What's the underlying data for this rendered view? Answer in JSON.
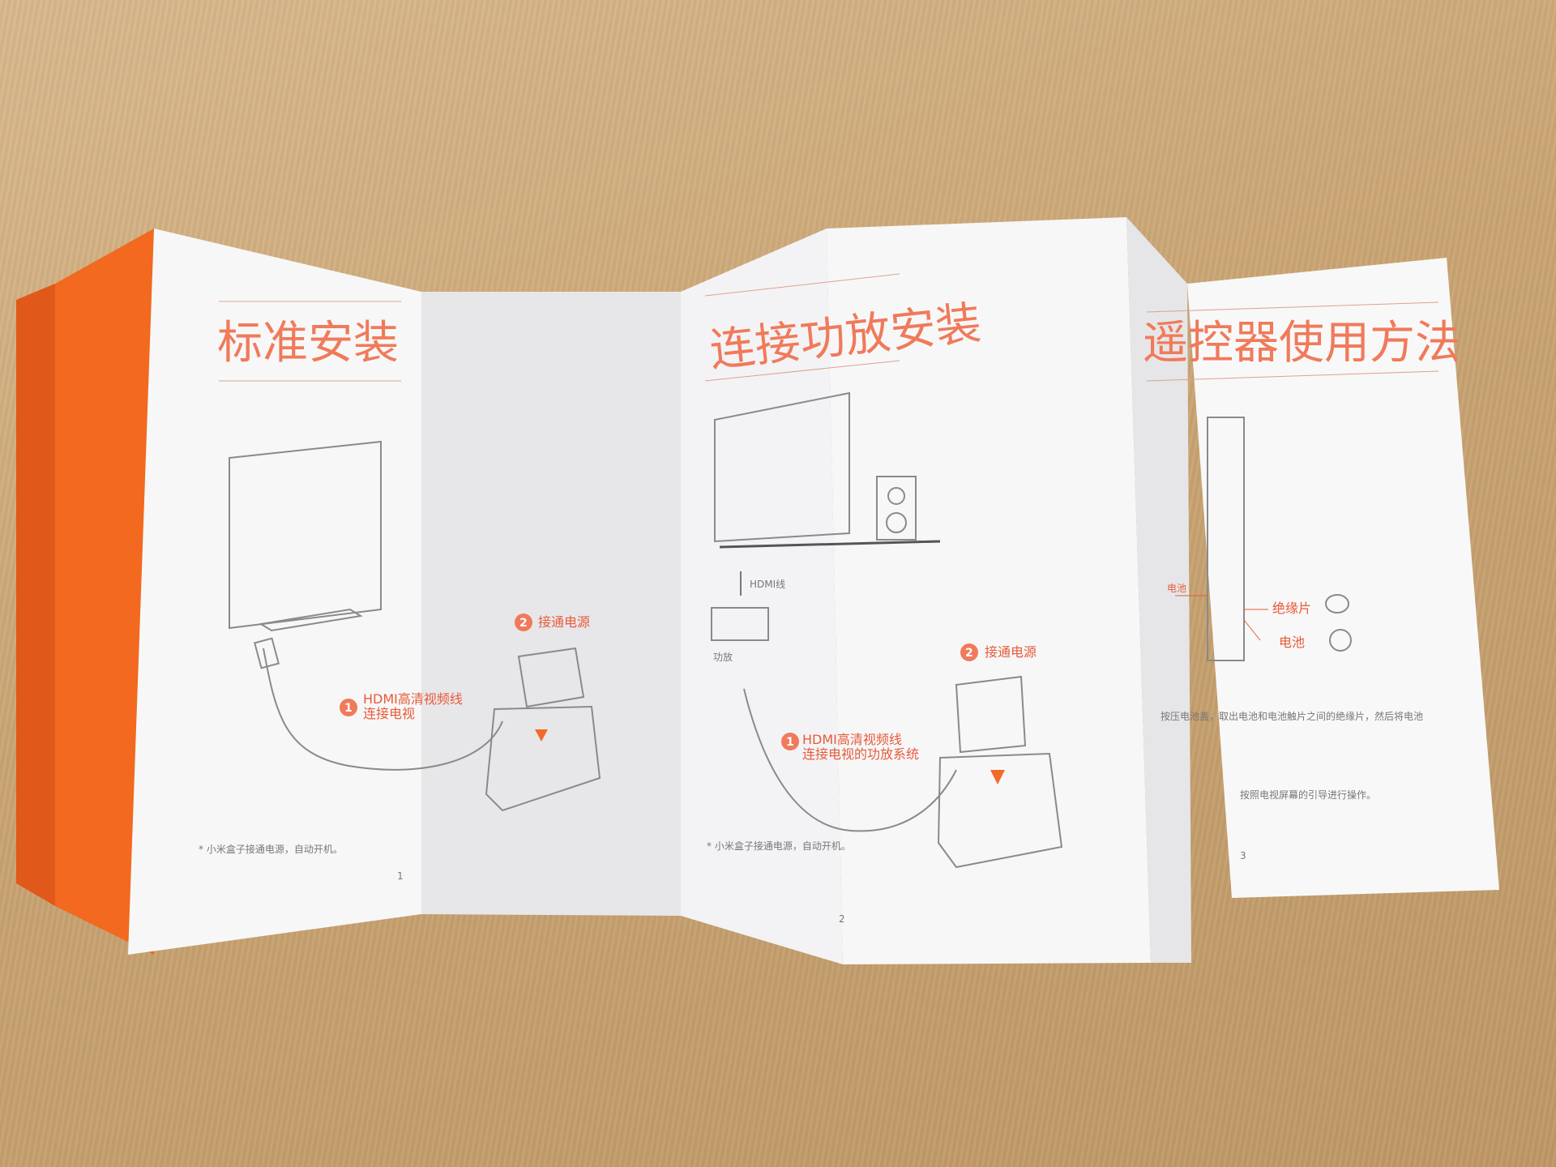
{
  "colors": {
    "accent": "#f07a5a",
    "box": "#f2691f",
    "paper": "#f5f5f5",
    "table": "#caa574"
  },
  "panels": [
    {
      "title": "标准安装",
      "step1": "HDMI高清视频线",
      "step1b": "连接电视",
      "step2": "接通电源",
      "note": "* 小米盒子接通电源，自动开机。",
      "page": "1"
    },
    {
      "title": "连接功放安装",
      "step1": "HDMI高清视频线",
      "step1b": "连接电视的功放系统",
      "step2": "接通电源",
      "hdmi": "HDMI线",
      "amp": "功放",
      "note": "* 小米盒子接通电源，自动开机。",
      "page": "2"
    },
    {
      "title": "遥控器使用方法",
      "insulator": "绝缘片",
      "battery": "电池",
      "side": "电池",
      "para1": "按压电池盖，取出电池和电池触片之间的绝缘片，然后将电池",
      "para2": "按照电视屏幕的引导进行操作。",
      "page": "3"
    }
  ],
  "step_numbers": [
    "1",
    "2"
  ]
}
